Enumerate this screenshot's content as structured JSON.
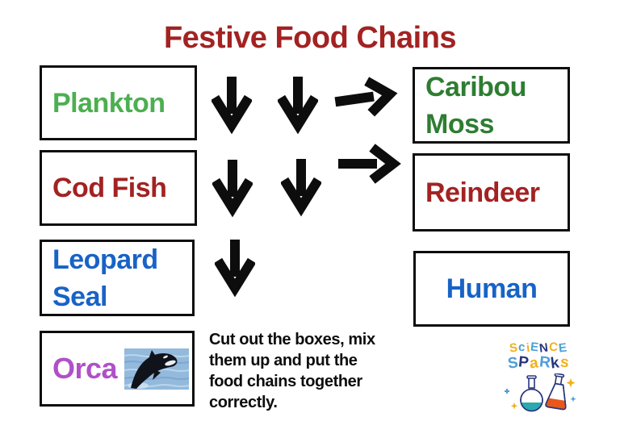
{
  "title": "Festive Food Chains",
  "instructions": "Cut out the boxes, mix\nthem up and put the\nfood chains together\ncorrectly.",
  "colors": {
    "dark_red": "#A32222",
    "plankton_green": "#4CAF50",
    "moss_green": "#2E7D32",
    "blue": "#1863C6",
    "purple": "#B050C8",
    "arrow_black": "#0D0D0D",
    "logo_gold": "#F2B01E",
    "logo_blue": "#4D9FD8",
    "logo_navy": "#27367B",
    "logo_teal": "#2BA8B0",
    "logo_orange": "#E8581C",
    "logo_splash": "#C7E7F8"
  },
  "boxes": [
    {
      "name": "plankton",
      "lines": [
        "Plankton"
      ],
      "color": "#4CAF50"
    },
    {
      "name": "cod-fish",
      "lines": [
        "Cod Fish"
      ],
      "color": "#A32222"
    },
    {
      "name": "leopard-seal",
      "lines": [
        "Leopard",
        "Seal"
      ],
      "color": "#1863C6"
    },
    {
      "name": "orca",
      "lines": [
        "Orca"
      ],
      "color": "#B050C8"
    },
    {
      "name": "caribou-moss",
      "lines": [
        "Caribou",
        "Moss"
      ],
      "color": "#2E7D32"
    },
    {
      "name": "reindeer",
      "lines": [
        "Reindeer"
      ],
      "color": "#A32222"
    },
    {
      "name": "human",
      "lines": [
        "Human"
      ],
      "color": "#1863C6"
    }
  ],
  "icons": {
    "arrow_down": "↓",
    "arrow_right": "→",
    "orca_photo": "orca-jumping-from-sea"
  },
  "logo": {
    "science": [
      {
        "ch": "S",
        "color": "#F2B01E"
      },
      {
        "ch": "c",
        "color": "#4D9FD8"
      },
      {
        "ch": "i",
        "color": "#F2B01E"
      },
      {
        "ch": "E",
        "color": "#4D9FD8"
      },
      {
        "ch": "N",
        "color": "#27367B"
      },
      {
        "ch": "C",
        "color": "#F2B01E"
      },
      {
        "ch": "E",
        "color": "#4D9FD8"
      }
    ],
    "sparks": [
      {
        "ch": "S",
        "color": "#4D9FD8"
      },
      {
        "ch": "P",
        "color": "#27367B"
      },
      {
        "ch": "a",
        "color": "#F2B01E"
      },
      {
        "ch": "R",
        "color": "#4D9FD8"
      },
      {
        "ch": "k",
        "color": "#27367B"
      },
      {
        "ch": "s",
        "color": "#F2B01E"
      }
    ]
  }
}
